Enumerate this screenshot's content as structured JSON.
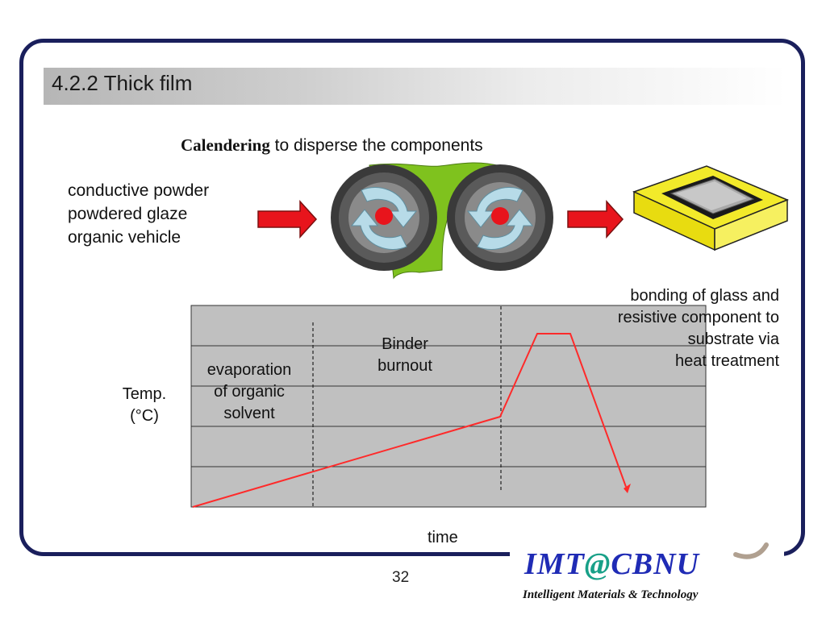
{
  "slide": {
    "title": "4.2.2 Thick film",
    "page_number": "32"
  },
  "calendering": {
    "bold": "Calendering",
    "rest": " to disperse the components"
  },
  "ingredients": [
    "conductive powder",
    "powdered glaze",
    "organic vehicle"
  ],
  "diagram": {
    "y_label_line1": "Temp.",
    "y_label_line2": "(°C)",
    "x_label": "time",
    "stage1": [
      "evaporation",
      "of organic",
      "solvent"
    ],
    "stage2": [
      "Binder",
      "burnout"
    ],
    "stage3": [
      "bonding of glass and",
      "resistive component to",
      "substrate via",
      "heat treatment"
    ]
  },
  "logo": {
    "imt": "IMT",
    "at": "@",
    "cbnu": "CBNU",
    "subtitle": "Intelligent Materials & Technology"
  },
  "colors": {
    "frame": "#1a1f5c",
    "arrow_red": "#e8141c",
    "roller_dark": "#3a3a3a",
    "paste_green": "#7fc21e",
    "substrate_yellow": "#f2ea2a",
    "profile_line": "#ff2a2a",
    "chart_bg": "#c0c0c0",
    "logo_blue": "#1f2bb5",
    "logo_teal": "#18a088"
  }
}
